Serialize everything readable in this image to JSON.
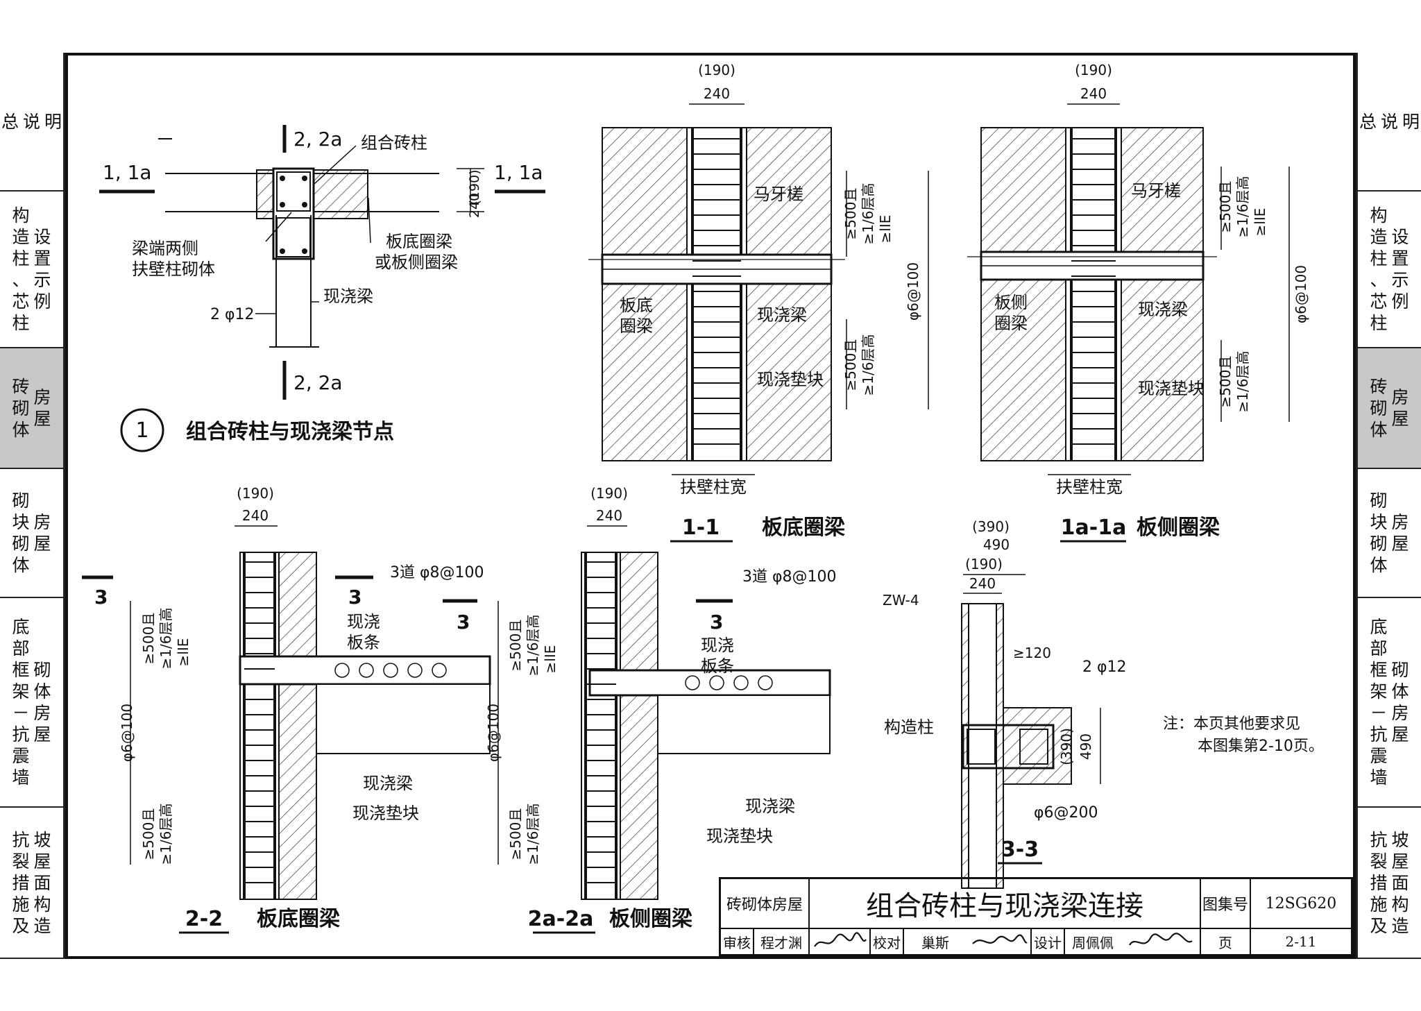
{
  "side_tabs": [
    {
      "lines": [
        "总",
        "说",
        "明"
      ]
    },
    {
      "lines": [
        "构造柱、芯柱",
        "设置示例"
      ]
    },
    {
      "lines": [
        "砖砌体",
        "房屋"
      ],
      "active": true
    },
    {
      "lines": [
        "砌块砌体",
        "房屋"
      ]
    },
    {
      "lines": [
        "底部框架－抗震墙",
        "砌体房屋"
      ]
    },
    {
      "lines": [
        "抗裂措施及",
        "坡屋面构造"
      ]
    }
  ],
  "detail1": {
    "marker": "1",
    "title": "组合砖柱与现浇梁节点",
    "section_11": "1, 1a",
    "section_22": "2, 2a",
    "label_zuhe": "组合砖柱",
    "label_liangduan_1": "梁端两侧",
    "label_liangduan_2": "扶壁柱砌体",
    "label_bandi_1": "板底圈梁",
    "label_bandi_2": "或板侧圈梁",
    "label_xianjiao": "现浇梁",
    "rebar": "2 φ12",
    "dim_190": "(190)",
    "dim_240": "240"
  },
  "sec11": {
    "id": "1-1",
    "title": "板底圈梁",
    "dim_190": "(190)",
    "dim_240": "240",
    "label_maya": "马牙槎",
    "label_quanliang_1": "板底",
    "label_quanliang_2": "圈梁",
    "label_beam": "现浇梁",
    "label_pad": "现浇垫块",
    "label_width": "扶壁柱宽",
    "dim_a1": "≥500且",
    "dim_a2": "≥1/6层高",
    "dim_a3": "≥lIE",
    "dim_stirrup": "φ6@100",
    "dim_b1": "≥500且",
    "dim_b2": "≥1/6层高"
  },
  "sec1a": {
    "id": "1a-1a",
    "title": "板侧圈梁",
    "dim_190": "(190)",
    "dim_240": "240",
    "label_maya": "马牙槎",
    "label_quanliang_1": "板侧",
    "label_quanliang_2": "圈梁",
    "label_beam": "现浇梁",
    "label_pad": "现浇垫块",
    "label_width": "扶壁柱宽",
    "dim_a1": "≥500且",
    "dim_a2": "≥1/6层高",
    "dim_a3": "≥lIE",
    "dim_stirrup": "φ6@100",
    "dim_b1": "≥500且",
    "dim_b2": "≥1/6层高"
  },
  "sec22": {
    "id": "2-2",
    "title": "板底圈梁",
    "dim_190": "(190)",
    "dim_240": "240",
    "cut": "3",
    "rebar_beam": "3道 φ8@100",
    "label_slab_1": "现浇",
    "label_slab_2": "板条",
    "label_beam": "现浇梁",
    "label_pad": "现浇垫块",
    "dim_a1": "≥500且",
    "dim_a2": "≥1/6层高",
    "dim_a3": "≥lIE",
    "dim_stirrup": "φ6@100",
    "dim_b1": "≥500且",
    "dim_b2": "≥1/6层高"
  },
  "sec2a": {
    "id": "2a-2a",
    "title": "板侧圈梁",
    "dim_190": "(190)",
    "dim_240": "240",
    "cut": "3",
    "rebar_beam": "3道 φ8@100",
    "label_slab_1": "现浇",
    "label_slab_2": "板条",
    "label_beam": "现浇梁",
    "label_pad": "现浇垫块",
    "dim_a1": "≥500且",
    "dim_a2": "≥1/6层高",
    "dim_a3": "≥lIE",
    "dim_stirrup": "φ6@100",
    "dim_b1": "≥500且",
    "dim_b2": "≥1/6层高"
  },
  "sec33": {
    "id": "3-3",
    "dim_390": "(390)",
    "dim_490": "490",
    "dim_190": "(190)",
    "dim_240": "240",
    "wall": "ZW-4",
    "dim_120": "≥120",
    "rebar": "2 φ12",
    "label_gouzao": "构造柱",
    "dim_390v": "(390)",
    "dim_490v": "490",
    "stirrup": "φ6@200"
  },
  "note": {
    "line1": "注：本页其他要求见",
    "line2": "本图集第2-10页。"
  },
  "title_block": {
    "category": "砖砌体房屋",
    "title": "组合砖柱与现浇梁连接",
    "atlas_label": "图集号",
    "atlas_no": "12SG620",
    "review_label": "审核",
    "reviewer": "程才渊",
    "check_label": "校对",
    "checker": "巢斯",
    "design_label": "设计",
    "designer": "周佩佩",
    "page_label": "页",
    "page_no": "2-11"
  }
}
